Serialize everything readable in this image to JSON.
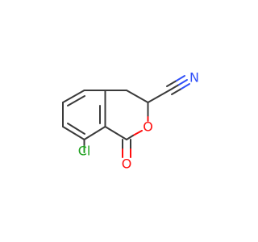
{
  "molecule": {
    "atoms": {
      "oxygen_ring": "O",
      "oxygen_carbonyl": "O",
      "nitrogen": "N",
      "chlorine": "Cl"
    },
    "colors": {
      "bond": "#3a3a3a",
      "oxygen": "#ff0d0d",
      "nitrogen": "#3050f8",
      "chlorine": "#1fa01f"
    }
  }
}
